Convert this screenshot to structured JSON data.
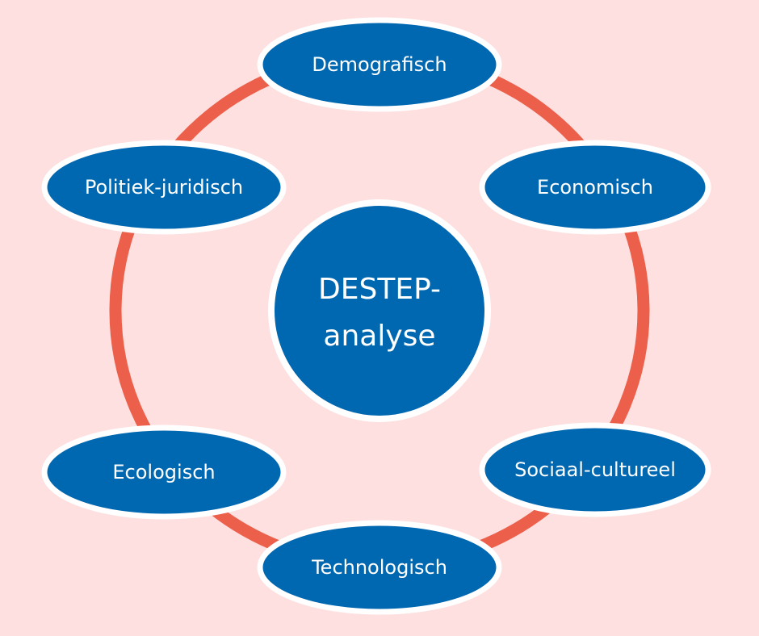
{
  "colors": {
    "background": "#fde0df",
    "ring": "#ec5f4b",
    "node_fill": "#0067b1",
    "node_outline": "#ffffff",
    "text": "#ffffff"
  },
  "center": {
    "line1": "DESTEP-",
    "line2": "analyse"
  },
  "nodes": [
    {
      "label": "Demografisch"
    },
    {
      "label": "Economisch"
    },
    {
      "label": "Sociaal-cultureel"
    },
    {
      "label": "Technologisch"
    },
    {
      "label": "Ecologisch"
    },
    {
      "label": "Politiek-juridisch"
    }
  ]
}
